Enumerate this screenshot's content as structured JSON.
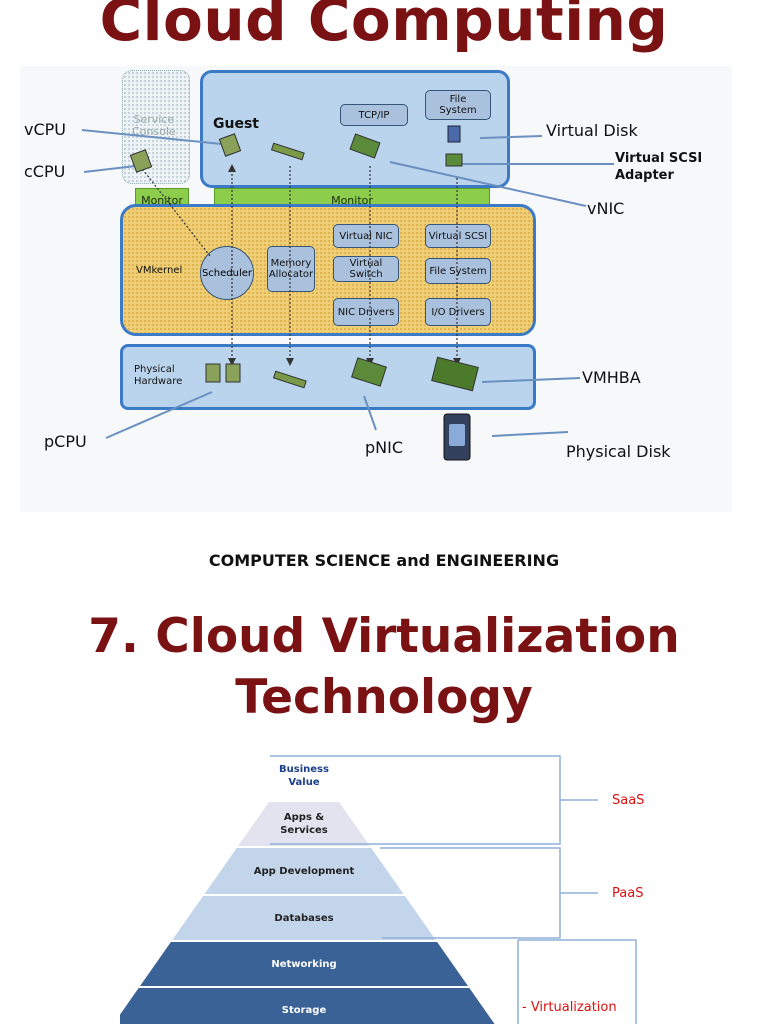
{
  "title": "Cloud Computing",
  "subtitle": "COMPUTER SCIENCE and ENGINEERING",
  "chapter_title": [
    "7. Cloud Virtualization",
    "Technology"
  ],
  "architecture": {
    "service_console": [
      "Service",
      "Console"
    ],
    "guest": "Guest",
    "tcpip": "TCP/IP",
    "file_system_top": [
      "File",
      "System"
    ],
    "monitor_left": "Monitor",
    "monitor_right": "Monitor",
    "vmkernel": "VMkernel",
    "scheduler": "Scheduler",
    "memory_allocator": [
      "Memory",
      "Allocator"
    ],
    "virtual_nic": "Virtual NIC",
    "virtual_switch": "Virtual Switch",
    "nic_drivers": "NIC Drivers",
    "virtual_scsi": "Virtual SCSI",
    "file_system": "File System",
    "io_drivers": "I/O Drivers",
    "physical_hardware": [
      "Physical",
      "Hardware"
    ],
    "callouts": {
      "vcpu": "vCPU",
      "ccpu": "cCPU",
      "virtual_disk": "Virtual Disk",
      "virtual_scsi_adapter": [
        "Virtual SCSI",
        "Adapter"
      ],
      "vnic": "vNIC",
      "vmhba": "VMHBA",
      "pcpu": "pCPU",
      "pnic": "pNIC",
      "physical_disk": "Physical Disk"
    }
  },
  "pyramid": {
    "tiers": [
      {
        "label": [
          "Business",
          "Value"
        ],
        "fill": "#ffffff",
        "text": "#1b3f8b"
      },
      {
        "label": [
          "Apps &",
          "Services"
        ],
        "fill": "#e3e3f0",
        "text": "#222"
      },
      {
        "label": [
          "App Development"
        ],
        "fill": "#c2d5ea",
        "text": "#222"
      },
      {
        "label": [
          "Databases"
        ],
        "fill": "#c2d5ea",
        "text": "#222"
      },
      {
        "label": [
          "Networking"
        ],
        "fill": "#3b6296",
        "text": "#ffffff"
      },
      {
        "label": [
          "Storage"
        ],
        "fill": "#3b6296",
        "text": "#ffffff"
      }
    ],
    "groups": [
      "SaaS",
      "PaaS",
      "Virtualization"
    ],
    "colors": {
      "group_label": "#dd1111",
      "bracket": "#8fb0d8"
    }
  }
}
